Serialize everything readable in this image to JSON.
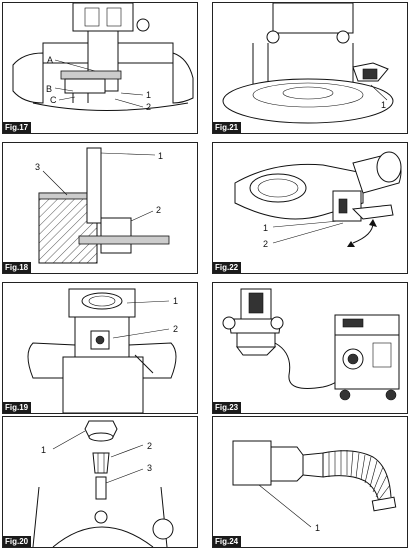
{
  "figures": [
    {
      "label": "Fig.17",
      "callouts": [
        "A",
        "B",
        "C",
        "1",
        "2"
      ]
    },
    {
      "label": "Fig.18",
      "callouts": [
        "1",
        "2",
        "3"
      ]
    },
    {
      "label": "Fig.19",
      "callouts": [
        "1",
        "2"
      ]
    },
    {
      "label": "Fig.20",
      "callouts": [
        "1",
        "2",
        "3"
      ]
    },
    {
      "label": "Fig.21",
      "callouts": [
        "1"
      ]
    },
    {
      "label": "Fig.22",
      "callouts": [
        "1",
        "2"
      ]
    },
    {
      "label": "Fig.23",
      "callouts": []
    },
    {
      "label": "Fig.24",
      "callouts": [
        "1"
      ]
    }
  ]
}
